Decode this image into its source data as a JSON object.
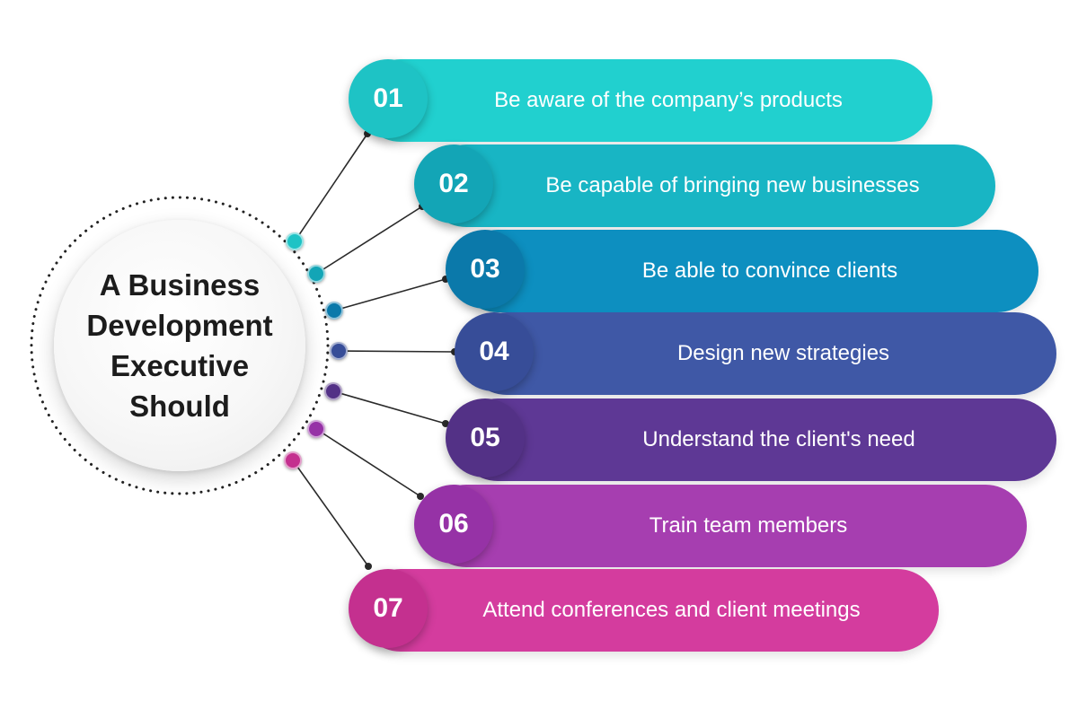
{
  "hub": {
    "lines": [
      "A Business",
      "Development",
      "Executive",
      "Should"
    ]
  },
  "items": [
    {
      "number": "01",
      "text": "Be aware of the company’s products",
      "color": "#21d0cf",
      "badge_color": "#1ec3c5"
    },
    {
      "number": "02",
      "text": "Be capable of bringing new businesses",
      "color": "#18b5c4",
      "badge_color": "#13a5b6"
    },
    {
      "number": "03",
      "text": "Be able to convince clients",
      "color": "#0d8fc0",
      "badge_color": "#0b79aa"
    },
    {
      "number": "04",
      "text": "Design new strategies",
      "color": "#3f58a6",
      "badge_color": "#374d98"
    },
    {
      "number": "05",
      "text": "Understand the client's need",
      "color": "#5e3895",
      "badge_color": "#533186"
    },
    {
      "number": "06",
      "text": "Train team members",
      "color": "#a63eb0",
      "badge_color": "#9632a6"
    },
    {
      "number": "07",
      "text": "Attend conferences and client meetings",
      "color": "#d43c9e",
      "badge_color": "#c4308f"
    }
  ]
}
